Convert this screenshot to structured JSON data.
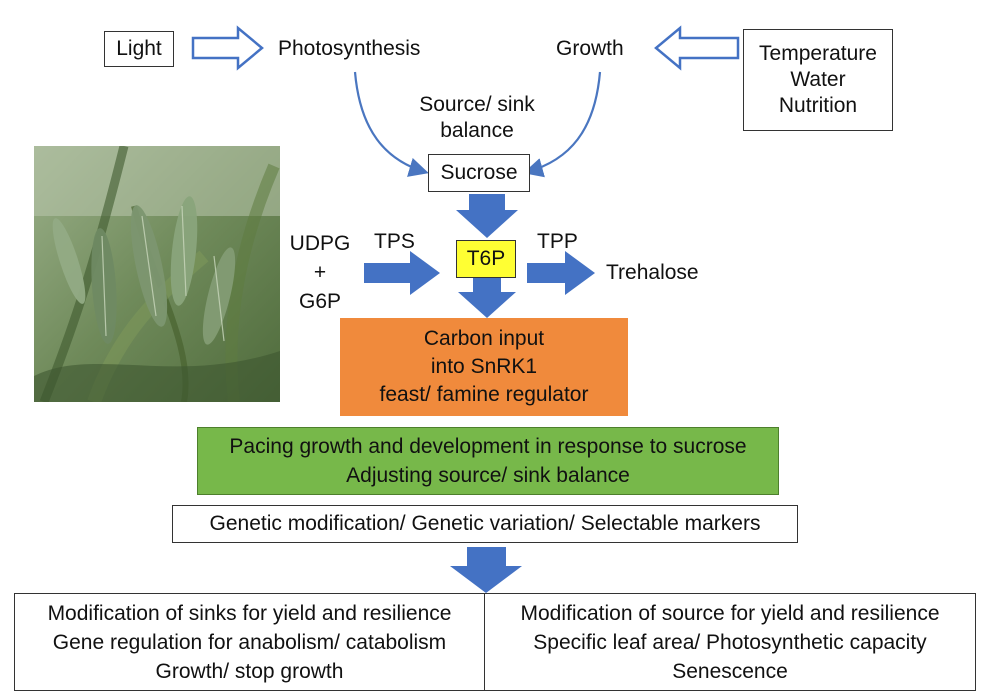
{
  "inputs": {
    "light": "Light",
    "photosynthesis": "Photosynthesis",
    "growth": "Growth",
    "environment": [
      "Temperature",
      "Water",
      "Nutrition"
    ]
  },
  "source_sink": [
    "Source/ sink",
    "balance"
  ],
  "sucrose": "Sucrose",
  "t6p_pathway": {
    "precursors": [
      "UDPG",
      "+",
      "G6P"
    ],
    "tps": "TPS",
    "t6p": "T6P",
    "tpp": "TPP",
    "trehalose": "Trehalose"
  },
  "carbon_box": [
    "Carbon input",
    "into SnRK1",
    "feast/ famine regulator"
  ],
  "green_box": [
    "Pacing growth and development in response to sucrose",
    "Adjusting source/ sink balance"
  ],
  "modification_box": "Genetic modification/ Genetic variation/ Selectable markers",
  "sinks_box": [
    "Modification of sinks for yield and resilience",
    "Gene regulation for anabolism/ catabolism",
    "Growth/ stop growth"
  ],
  "source_box": [
    "Modification of source for yield and resilience",
    "Specific leaf area/ Photosynthetic capacity",
    "Senescence"
  ],
  "colors": {
    "arrow_fill": "#4472c4",
    "arrow_outline_fill": "#ffffff",
    "curve_stroke": "#4a76c0",
    "t6p_fill": "#ffff33",
    "carbon_fill": "#f08a3c",
    "green_fill": "#77b84a",
    "border": "#333333"
  },
  "icons": [
    "wheat-photo",
    "hollow-right-arrow",
    "hollow-left-arrow",
    "curved-arrow",
    "down-block-arrow",
    "right-block-arrow"
  ]
}
